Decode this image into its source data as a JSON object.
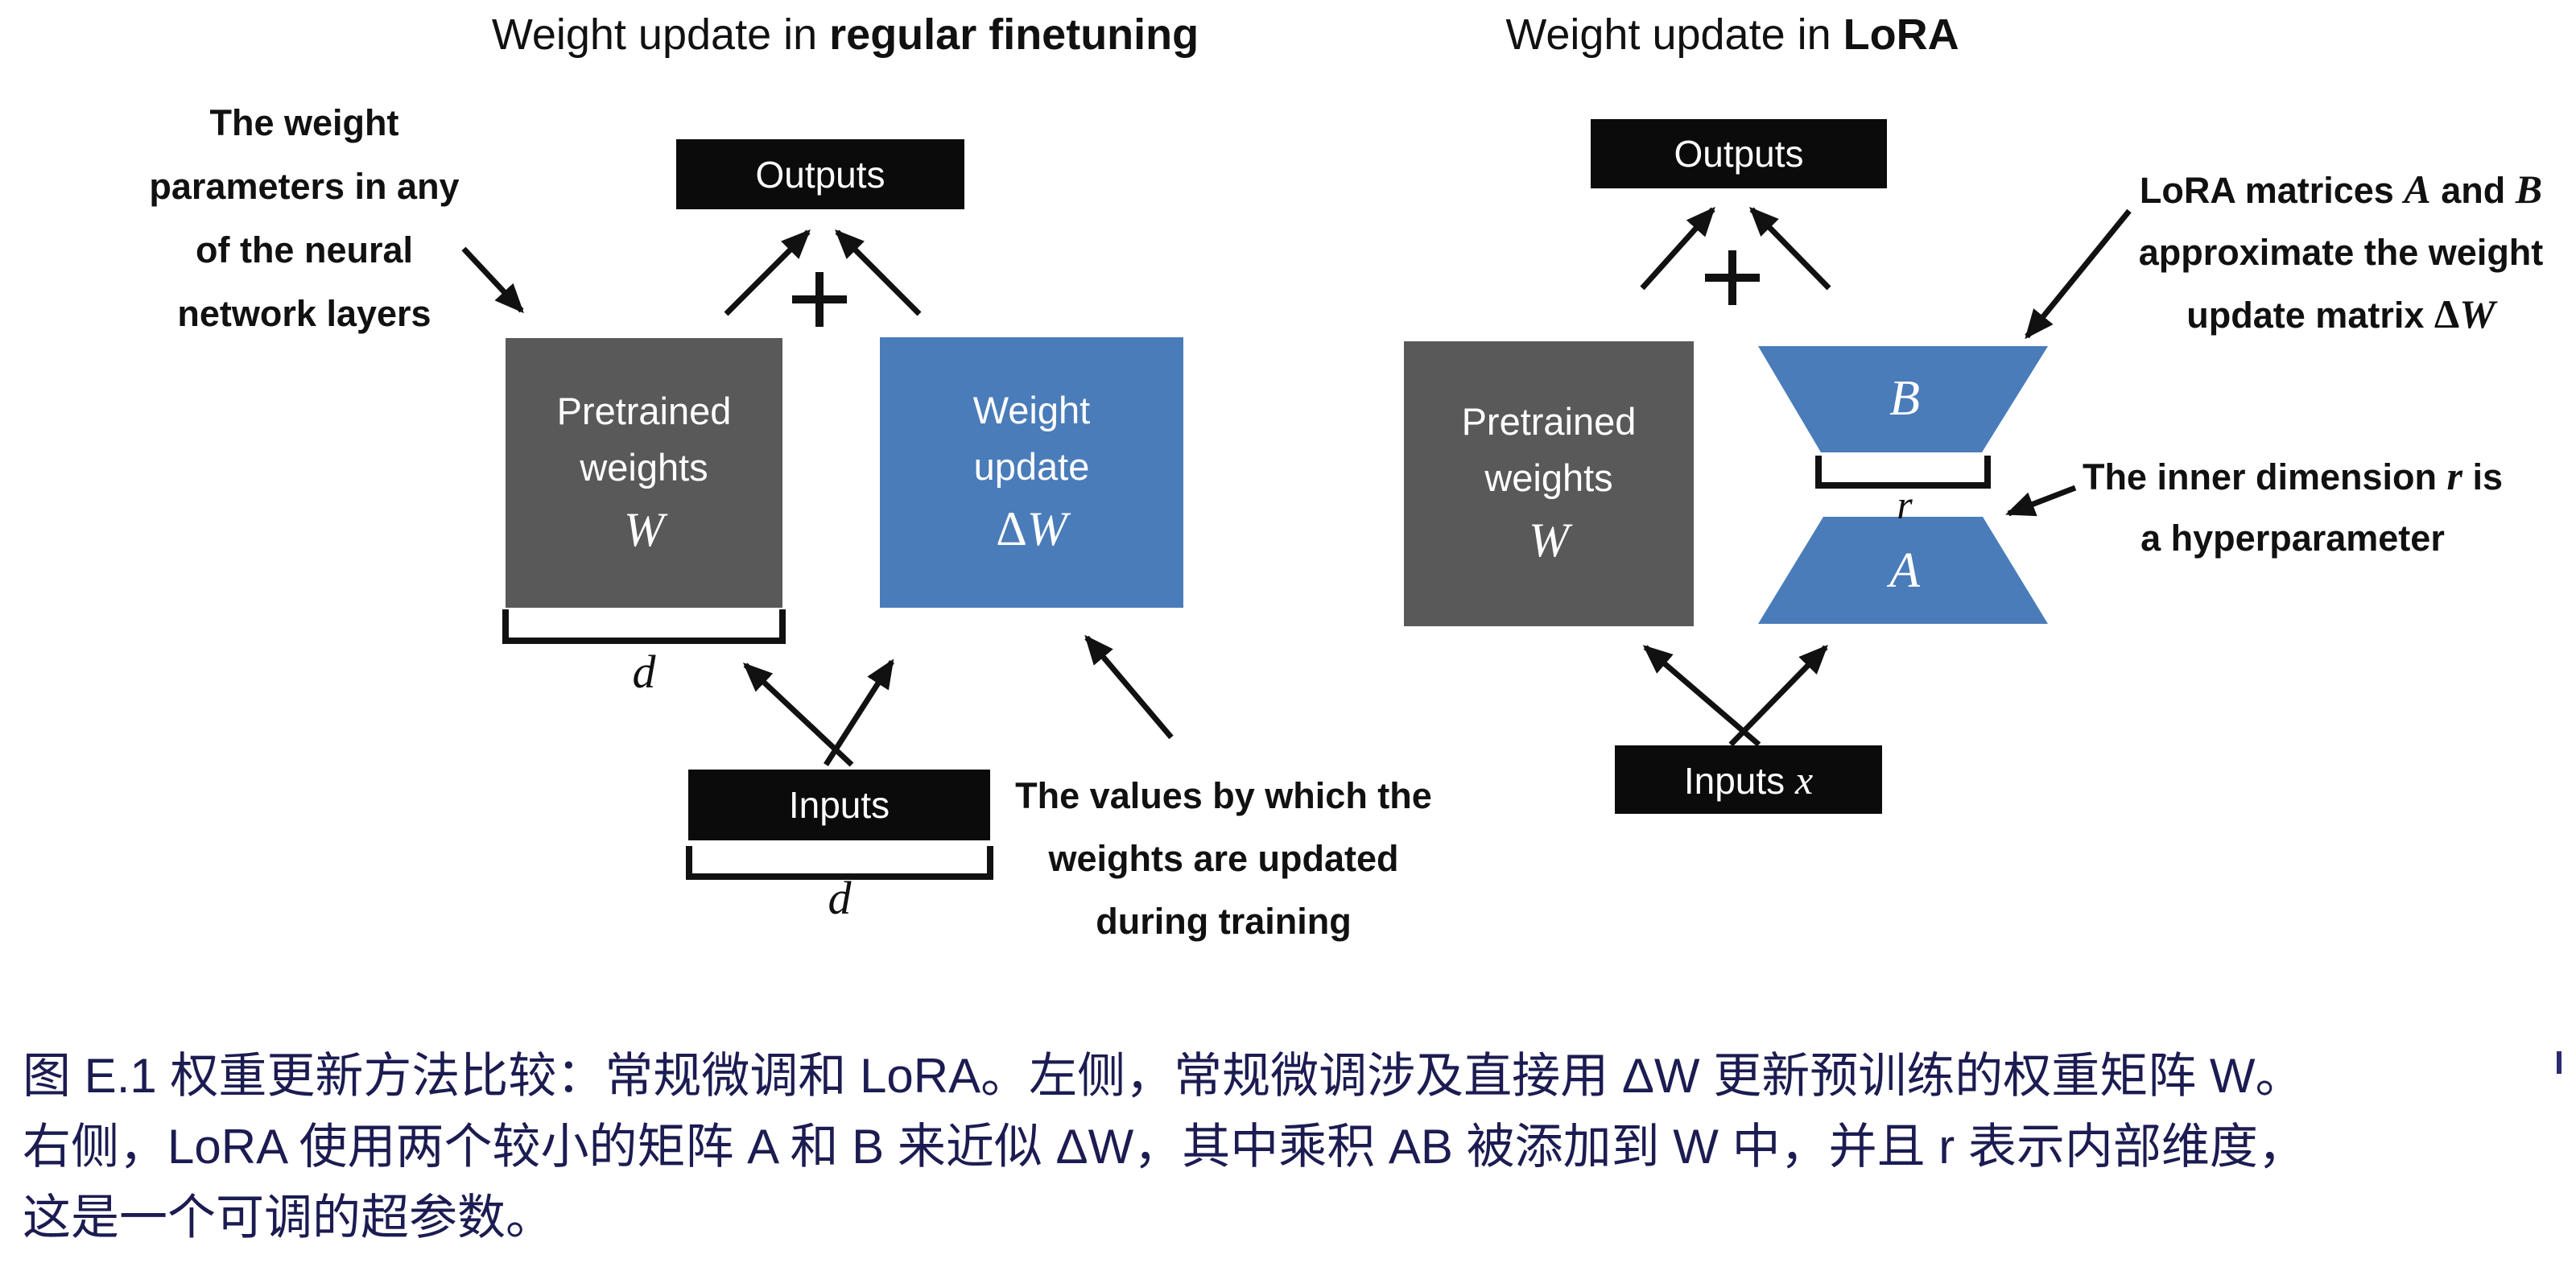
{
  "colors": {
    "blue": "#4a7cba",
    "gray": "#595959",
    "black_box": "#0b0b0b",
    "caption_navy": "#1c1c52",
    "arrow_black": "#111111"
  },
  "titles": {
    "left_prefix": "Weight update in ",
    "left_bold": "regular finetuning",
    "right_prefix": "Weight update in ",
    "right_bold": "LoRA"
  },
  "left": {
    "annotation_weight": {
      "l1": "The weight",
      "l2": "parameters in any",
      "l3": "of the neural",
      "l4": "network layers"
    },
    "outputs_label": "Outputs",
    "pretrained": {
      "l1": "Pretrained",
      "l2": "weights",
      "math": "W"
    },
    "weight_update": {
      "l1": "Weight",
      "l2": "update",
      "math_delta": "Δ",
      "math_w": "W"
    },
    "dim_d_top": "d",
    "inputs_label": "Inputs",
    "dim_d_bottom": "d",
    "annotation_values": {
      "l1": "The values by which the",
      "l2": "weights are updated",
      "l3": "during training"
    }
  },
  "right": {
    "outputs_label": "Outputs",
    "pretrained": {
      "l1": "Pretrained",
      "l2": "weights",
      "math": "W"
    },
    "matrix_b_label": "B",
    "matrix_a_label": "A",
    "dim_r": "r",
    "inputs_text": "Inputs ",
    "inputs_math": "x",
    "annotation_lora": {
      "l1a": "LoRA matrices ",
      "l1b": "A",
      "l1c": " and ",
      "l1d": "B",
      "l2": "approximate the weight",
      "l3a": "update matrix ",
      "l3b": "Δ",
      "l3c": "W"
    },
    "annotation_inner": {
      "l1a": "The inner dimension ",
      "l1b": "r",
      "l1c": " is",
      "l2": "a hyperparameter"
    }
  },
  "caption": {
    "line1": "图 E.1 权重更新方法比较：常规微调和 LoRA。左侧，常规微调涉及直接用 ΔW 更新预训练的权重矩阵 W。",
    "line2": "右侧，LoRA 使用两个较小的矩阵 A 和 B 来近似 ΔW，其中乘积 AB 被添加到 W 中，并且 r 表示内部维度，",
    "line3": "这是一个可调的超参数。"
  }
}
